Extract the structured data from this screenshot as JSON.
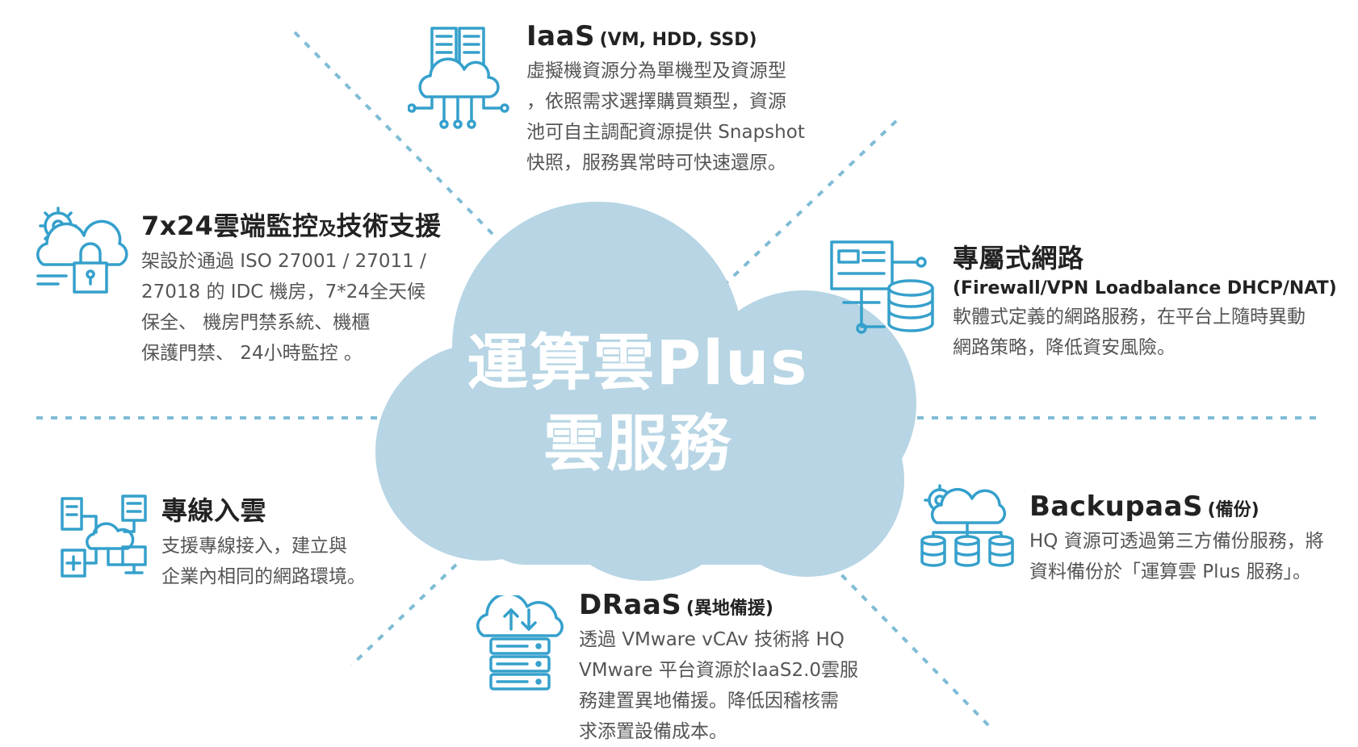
{
  "colors": {
    "cloud": "#b7d5e4",
    "line": "#7fbcd6",
    "icon": "#35a0cc",
    "center_text": "#ffffff"
  },
  "center": {
    "line1": "運算雲Plus",
    "line2": "雲服務"
  },
  "iaas": {
    "title": "IaaS",
    "subtitle": "(VM, HDD, SSD)",
    "lines": [
      "虛擬機資源分為單機型及資源型",
      "，依照需求選擇購買類型，資源",
      "池可自主調配資源提供 Snapshot",
      "快照，服務異常時可快速還原。"
    ],
    "icon": "server-cloud-network-icon"
  },
  "monitor": {
    "title": "7x24雲端監控",
    "title_small": "及",
    "title_end": "技術支援",
    "lines": [
      "架設於通過 ISO 27001 / 27011 /",
      "27018 的 IDC 機房，7*24全天候",
      "保全、 機房門禁系統、機櫃",
      "保護門禁、 24小時監控 。"
    ],
    "icon": "cloud-gear-lock-icon"
  },
  "network": {
    "title": "專屬式網路",
    "subtitle": "(Firewall/VPN Loadbalance DHCP/NAT)",
    "lines": [
      "軟體式定義的網路服務，在平台上隨時異動",
      "網路策略，降低資安風險。"
    ],
    "icon": "network-database-icon"
  },
  "leased": {
    "title": "專線入雲",
    "lines": [
      "支援專線接入，建立與",
      "企業內相同的網路環境。"
    ],
    "icon": "devices-cloud-icon"
  },
  "backup": {
    "title": "BackupaaS",
    "subtitle": "(備份)",
    "lines": [
      "HQ 資源可透過第三方備份服務，將",
      "資料備份於「運算雲 Plus 服務」。"
    ],
    "icon": "cloud-gear-databases-icon"
  },
  "draas": {
    "title": "DRaaS",
    "subtitle": "(異地備援)",
    "lines": [
      "透過 VMware vCAv 技術將 HQ",
      "VMware 平台資源於IaaS2.0雲服",
      "務建置異地備援。降低因稽核需",
      "求添置設備成本。"
    ],
    "icon": "cloud-server-sync-icon"
  }
}
